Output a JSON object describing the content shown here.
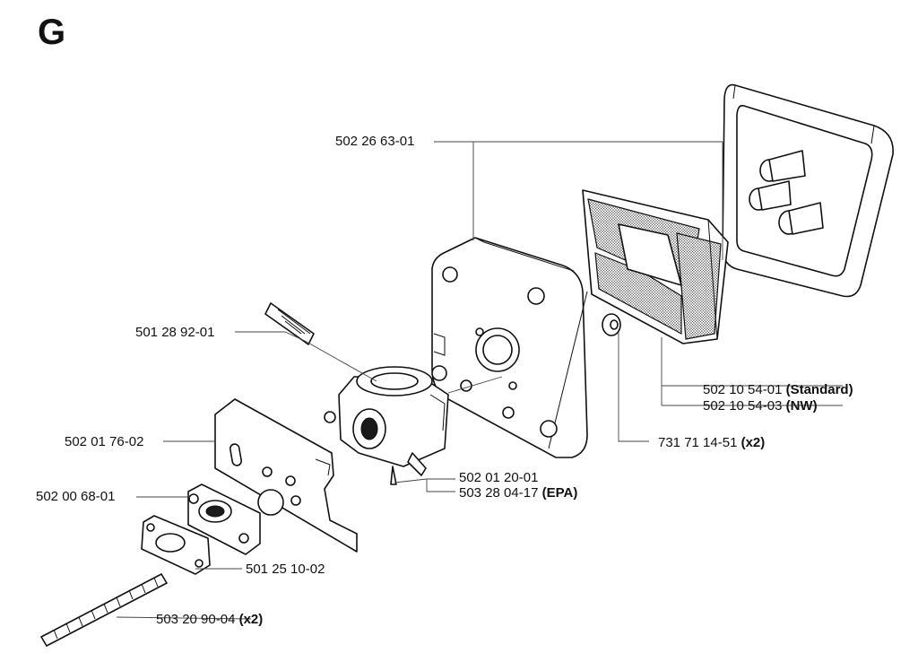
{
  "section_letter": "G",
  "labels": {
    "cover": "502 26 63-01",
    "filter_standard_num": "502 10 54-01",
    "filter_standard_note": "(Standard)",
    "filter_nw_num": "502 10 54-03",
    "filter_nw_note": "(NW)",
    "washer_num": "731 71 14-51",
    "washer_note": "(x2)",
    "clip": "501 28 92-01",
    "heat_shield": "502 01 76-02",
    "carb_num": "502 01 20-01",
    "carb_epa_num": "503 28 04-17",
    "carb_epa_note": "(EPA)",
    "intake": "502 00 68-01",
    "gasket": "501 25 10-02",
    "stud_num": "503 20 90-04",
    "stud_note": "(x2)"
  }
}
